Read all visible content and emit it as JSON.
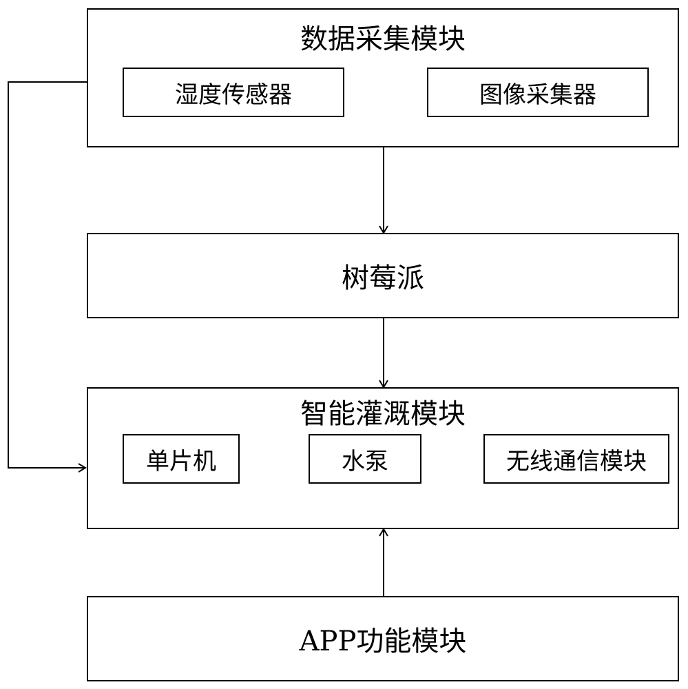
{
  "modules": {
    "data_collection": {
      "title": "数据采集模块",
      "items": [
        "湿度传感器",
        "图像采集器"
      ]
    },
    "raspberry_pi": {
      "title": "树莓派"
    },
    "irrigation": {
      "title": "智能灌溉模块",
      "items": [
        "单片机",
        "水泵",
        "无线通信模块"
      ]
    },
    "app": {
      "title": "APP功能模块"
    }
  },
  "colors": {
    "line": "#000000",
    "background": "#ffffff"
  }
}
